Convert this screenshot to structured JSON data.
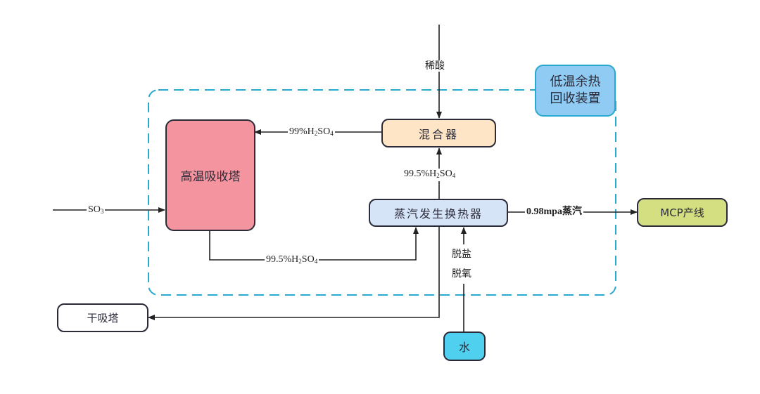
{
  "colors": {
    "absorber": "#f4949e",
    "mixer": "#fde5c6",
    "heat_exchanger": "#d6e4f8",
    "mcp": "#d4df82",
    "water": "#4fd0ef",
    "recovery_label": "#8fcbf3",
    "boundary": "#29a9cf",
    "line": "#222222"
  },
  "nodes": {
    "absorber": "高温吸收塔",
    "mixer": "混合器",
    "heat_exchanger": "蒸汽发生换热器",
    "mcp": "MCP产线",
    "dry_tower": "干吸塔",
    "water": "水",
    "recovery_line1": "低温余热",
    "recovery_line2": "回收装置"
  },
  "flows": {
    "dilute_acid": "稀酸",
    "so3_main": "SO",
    "so3_sub": "3",
    "mixer_to_absorber": {
      "pre": "99%H",
      "sub1": "2",
      "mid": "SO",
      "sub2": "4"
    },
    "hx_to_mixer": {
      "pre": "99.5%H",
      "sub1": "2",
      "mid": "SO",
      "sub2": "4"
    },
    "absorber_to_hx": {
      "pre": "99.5%H",
      "sub1": "2",
      "mid": "SO",
      "sub2": "4"
    },
    "steam": "0.98mpa蒸汽",
    "treatment_line1": "脱盐",
    "treatment_line2": "脱氧"
  }
}
